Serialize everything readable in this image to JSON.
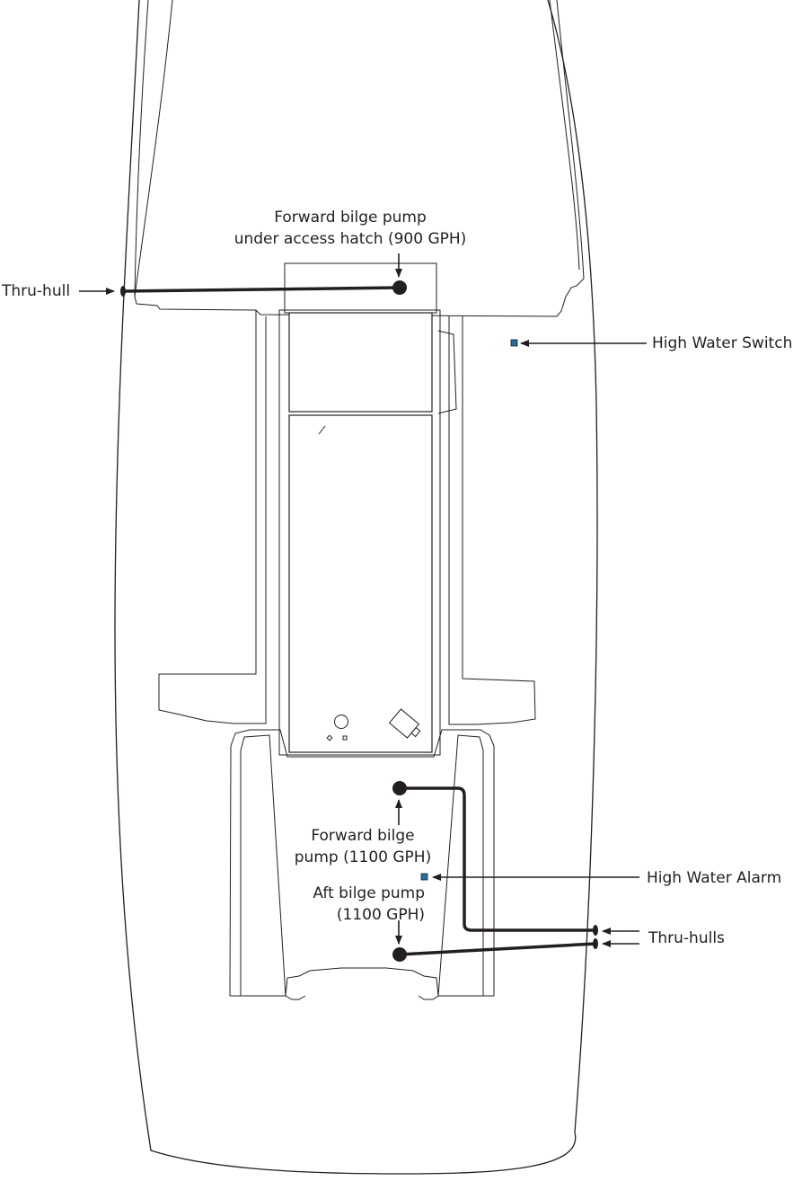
{
  "colors": {
    "line": "#231f20",
    "sensor": "#1d6fa5",
    "background": "#ffffff"
  },
  "labels": {
    "forward_pump_900_line1": "Forward bilge pump",
    "forward_pump_900_line2": "under access hatch (900 GPH)",
    "thru_hull": "Thru-hull",
    "high_water_switch": "High Water Switch",
    "forward_pump_1100_line1": "Forward bilge",
    "forward_pump_1100_line2": "pump (1100 GPH)",
    "high_water_alarm": "High Water Alarm",
    "aft_pump_line1": "Aft bilge pump",
    "aft_pump_line2": "(1100 GPH)",
    "thru_hulls": "Thru-hulls"
  }
}
